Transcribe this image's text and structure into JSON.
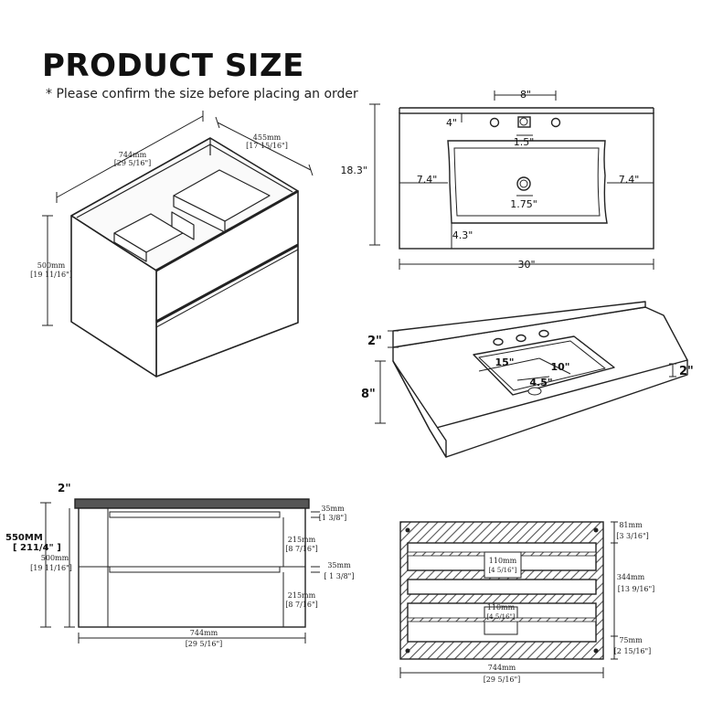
{
  "header": {
    "title": "PRODUCT SIZE",
    "subtitle": "* Please confirm the size before placing an order"
  },
  "cabinet_3d": {
    "width_mm": "744mm",
    "width_in": "[29 5/16\"]",
    "depth_mm": "455mm",
    "depth_in": "[17 15/16\"]",
    "height_mm": "500mm",
    "height_in": "[19 11/16\"]"
  },
  "top_plan": {
    "faucet_spread": "8\"",
    "faucet_offset": "4\"",
    "faucet_hole": "1.5\"",
    "depth": "18.3\"",
    "side_left": "7.4\"",
    "side_right": "7.4\"",
    "drain": "1.75\"",
    "front": "4.3\"",
    "width": "30\""
  },
  "top_3d": {
    "backsplash": "2\"",
    "bowl_length": "15\"",
    "bowl_width": "10\"",
    "bowl_depth": "4.5\"",
    "front_height": "8\"",
    "thickness": "2\""
  },
  "front_view": {
    "top_thickness": "2\"",
    "total_mm": "550MM",
    "total_in": "[ 211/4\" ]",
    "body_mm": "500mm",
    "body_in": "[19 11/16\"]",
    "gap1_mm": "35mm",
    "gap1_in": "[1 3/8\"]",
    "drawer1_mm": "215mm",
    "drawer1_in": "[8 7/16\"]",
    "gap2_mm": "35mm",
    "gap2_in": "[ 1 3/8\"]",
    "drawer2_mm": "215mm",
    "drawer2_in": "[8 7/16\"]",
    "width_mm": "744mm",
    "width_in": "[29 5/16\"]"
  },
  "section_view": {
    "top_mm": "81mm",
    "top_in": "[3 3/16\"]",
    "slot1_mm": "110mm",
    "slot1_in": "[4 5/16\"]",
    "mid_mm": "344mm",
    "mid_in": "[13 9/16\"]",
    "slot2_mm": "110mm",
    "slot2_in": "[4 5/16\"]",
    "bottom_mm": "75mm",
    "bottom_in": "[2 15/16\"]",
    "width_mm": "744mm",
    "width_in": "[29 5/16\"]"
  },
  "colors": {
    "line": "#222222",
    "hatch": "#444444"
  }
}
